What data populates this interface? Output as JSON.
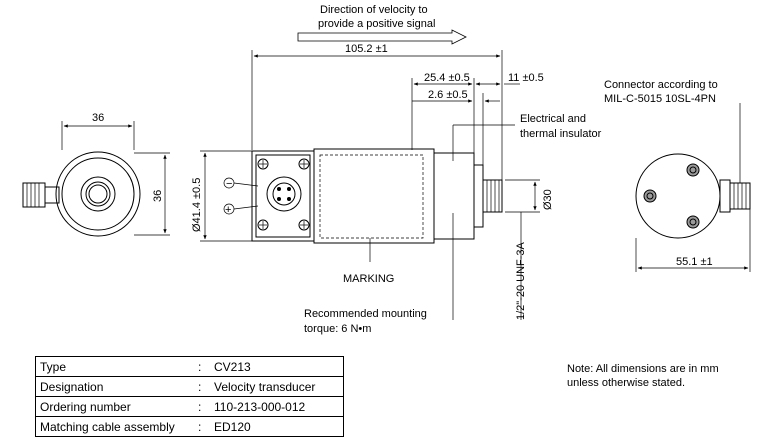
{
  "header": {
    "direction_line1": "Direction of velocity to",
    "direction_line2": "provide a positive signal"
  },
  "dimensions": {
    "overall_length": "105.2 ±1",
    "dim_25_4": "25.4 ±0.5",
    "dim_11": "11 ±0.5",
    "dim_2_6": "2.6 ±0.5",
    "side_width": "36",
    "side_height": "36",
    "body_diameter": "Ø41.4 ±0.5",
    "thread_diameter": "Ø30",
    "thread_spec": "1/2\"-20 UNF-3A",
    "rear_width": "55.1 ±1"
  },
  "labels": {
    "connector_line1": "Connector according to",
    "connector_line2": "MIL-C-5015 10SL-4PN",
    "insulator_line1": "Electrical and",
    "insulator_line2": "thermal insulator",
    "marking": "MARKING",
    "torque_line1": "Recommended mounting",
    "torque_line2": "torque: 6 N•m",
    "minus_symbol": "−",
    "plus_symbol": "+"
  },
  "spec_table": [
    {
      "key": "Type",
      "sep": ":",
      "value": "CV213"
    },
    {
      "key": "Designation",
      "sep": ":",
      "value": "Velocity transducer"
    },
    {
      "key": "Ordering number",
      "sep": ":",
      "value": "110-213-000-012"
    },
    {
      "key": "Matching cable assembly",
      "sep": ":",
      "value": "ED120"
    }
  ],
  "note": {
    "line1": "Note: All dimensions are in mm",
    "line2": "unless otherwise stated."
  }
}
